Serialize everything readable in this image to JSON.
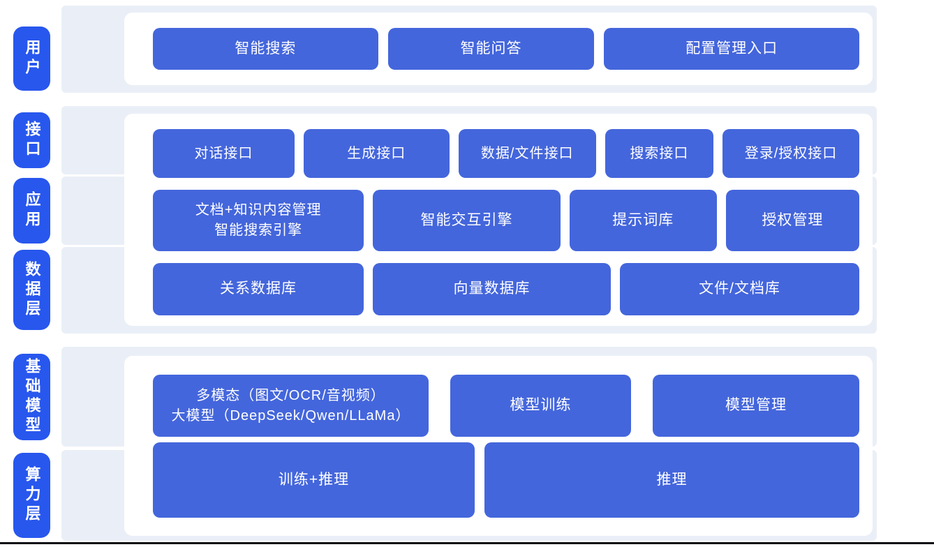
{
  "diagram": {
    "type": "layered-architecture",
    "colors": {
      "strip_background": "#eaeff7",
      "layer_label_blue": "#2857ee",
      "component_blue": "#4466dc",
      "text_white": "#ffffff",
      "bottom_rule": "#0c0c14"
    },
    "layers": {
      "user": {
        "label": "用户",
        "buttons": [
          "智能搜索",
          "智能问答",
          "配置管理入口"
        ]
      },
      "interface": {
        "label": "接口",
        "buttons": [
          "对话接口",
          "生成接口",
          "数据/文件接口",
          "搜索接口",
          "登录/授权接口"
        ]
      },
      "application": {
        "label": "应用",
        "buttons": [
          "文档+知识内容管理\n智能搜索引擎",
          "智能交互引擎",
          "提示词库",
          "授权管理"
        ]
      },
      "data": {
        "label": "数据层",
        "buttons": [
          "关系数据库",
          "向量数据库",
          "文件/文档库"
        ]
      },
      "foundation_model": {
        "label": "基础模型",
        "buttons": [
          "多模态（图文/OCR/音视频）\n大模型（DeepSeek/Qwen/LLaMa）",
          "模型训练",
          "模型管理"
        ]
      },
      "compute": {
        "label": "算力层",
        "buttons": [
          "训练+推理",
          "推理"
        ]
      }
    }
  }
}
